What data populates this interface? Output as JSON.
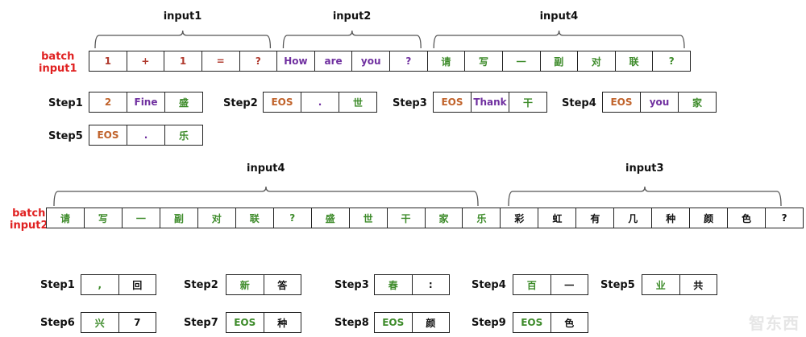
{
  "colors": {
    "red": "#b03a2e",
    "orange": "#c0622a",
    "purple": "#7030a0",
    "green": "#3d8b2a",
    "black": "#111111",
    "row_label": "#e02020"
  },
  "batch1": {
    "row_label": "batch\ninput1",
    "groups": [
      {
        "label": "input1"
      },
      {
        "label": "input2"
      },
      {
        "label": "input4"
      }
    ],
    "cells": [
      {
        "text": "1",
        "color": "red"
      },
      {
        "text": "+",
        "color": "red"
      },
      {
        "text": "1",
        "color": "red"
      },
      {
        "text": "=",
        "color": "red"
      },
      {
        "text": "?",
        "color": "red"
      },
      {
        "text": "How",
        "color": "purple"
      },
      {
        "text": "are",
        "color": "purple"
      },
      {
        "text": "you",
        "color": "purple"
      },
      {
        "text": "?",
        "color": "purple"
      },
      {
        "text": "请",
        "color": "green"
      },
      {
        "text": "写",
        "color": "green"
      },
      {
        "text": "一",
        "color": "green"
      },
      {
        "text": "副",
        "color": "green"
      },
      {
        "text": "对",
        "color": "green"
      },
      {
        "text": "联",
        "color": "green"
      },
      {
        "text": "?",
        "color": "green"
      }
    ],
    "steps": [
      {
        "label": "Step1",
        "cells": [
          {
            "text": "2",
            "color": "orange"
          },
          {
            "text": "Fine",
            "color": "purple"
          },
          {
            "text": "盛",
            "color": "green"
          }
        ]
      },
      {
        "label": "Step2",
        "cells": [
          {
            "text": "EOS",
            "color": "orange"
          },
          {
            "text": ".",
            "color": "purple"
          },
          {
            "text": "世",
            "color": "green"
          }
        ]
      },
      {
        "label": "Step3",
        "cells": [
          {
            "text": "EOS",
            "color": "orange"
          },
          {
            "text": "Thank",
            "color": "purple"
          },
          {
            "text": "干",
            "color": "green"
          }
        ]
      },
      {
        "label": "Step4",
        "cells": [
          {
            "text": "EOS",
            "color": "orange"
          },
          {
            "text": "you",
            "color": "purple"
          },
          {
            "text": "家",
            "color": "green"
          }
        ]
      },
      {
        "label": "Step5",
        "cells": [
          {
            "text": "EOS",
            "color": "orange"
          },
          {
            "text": ".",
            "color": "purple"
          },
          {
            "text": "乐",
            "color": "green"
          }
        ]
      }
    ]
  },
  "batch2": {
    "row_label": "batch\ninput2",
    "groups": [
      {
        "label": "input4"
      },
      {
        "label": "input3"
      }
    ],
    "cells": [
      {
        "text": "请",
        "color": "green"
      },
      {
        "text": "写",
        "color": "green"
      },
      {
        "text": "一",
        "color": "green"
      },
      {
        "text": "副",
        "color": "green"
      },
      {
        "text": "对",
        "color": "green"
      },
      {
        "text": "联",
        "color": "green"
      },
      {
        "text": "?",
        "color": "green"
      },
      {
        "text": "盛",
        "color": "green"
      },
      {
        "text": "世",
        "color": "green"
      },
      {
        "text": "干",
        "color": "green"
      },
      {
        "text": "家",
        "color": "green"
      },
      {
        "text": "乐",
        "color": "green"
      },
      {
        "text": "彩",
        "color": "black"
      },
      {
        "text": "虹",
        "color": "black"
      },
      {
        "text": "有",
        "color": "black"
      },
      {
        "text": "几",
        "color": "black"
      },
      {
        "text": "种",
        "color": "black"
      },
      {
        "text": "颜",
        "color": "black"
      },
      {
        "text": "色",
        "color": "black"
      },
      {
        "text": "?",
        "color": "black"
      }
    ],
    "steps": [
      {
        "label": "Step1",
        "cells": [
          {
            "text": ",",
            "color": "green"
          },
          {
            "text": "回",
            "color": "black"
          }
        ]
      },
      {
        "label": "Step2",
        "cells": [
          {
            "text": "新",
            "color": "green"
          },
          {
            "text": "答",
            "color": "black"
          }
        ]
      },
      {
        "label": "Step3",
        "cells": [
          {
            "text": "春",
            "color": "green"
          },
          {
            "text": ":",
            "color": "black"
          }
        ]
      },
      {
        "label": "Step4",
        "cells": [
          {
            "text": "百",
            "color": "green"
          },
          {
            "text": "一",
            "color": "black"
          }
        ]
      },
      {
        "label": "Step5",
        "cells": [
          {
            "text": "业",
            "color": "green"
          },
          {
            "text": "共",
            "color": "black"
          }
        ]
      },
      {
        "label": "Step6",
        "cells": [
          {
            "text": "兴",
            "color": "green"
          },
          {
            "text": "7",
            "color": "black"
          }
        ]
      },
      {
        "label": "Step7",
        "cells": [
          {
            "text": "EOS",
            "color": "green"
          },
          {
            "text": "种",
            "color": "black"
          }
        ]
      },
      {
        "label": "Step8",
        "cells": [
          {
            "text": "EOS",
            "color": "green"
          },
          {
            "text": "颜",
            "color": "black"
          }
        ]
      },
      {
        "label": "Step9",
        "cells": [
          {
            "text": "EOS",
            "color": "green"
          },
          {
            "text": "色",
            "color": "black"
          }
        ]
      }
    ]
  },
  "watermark": "智东西"
}
